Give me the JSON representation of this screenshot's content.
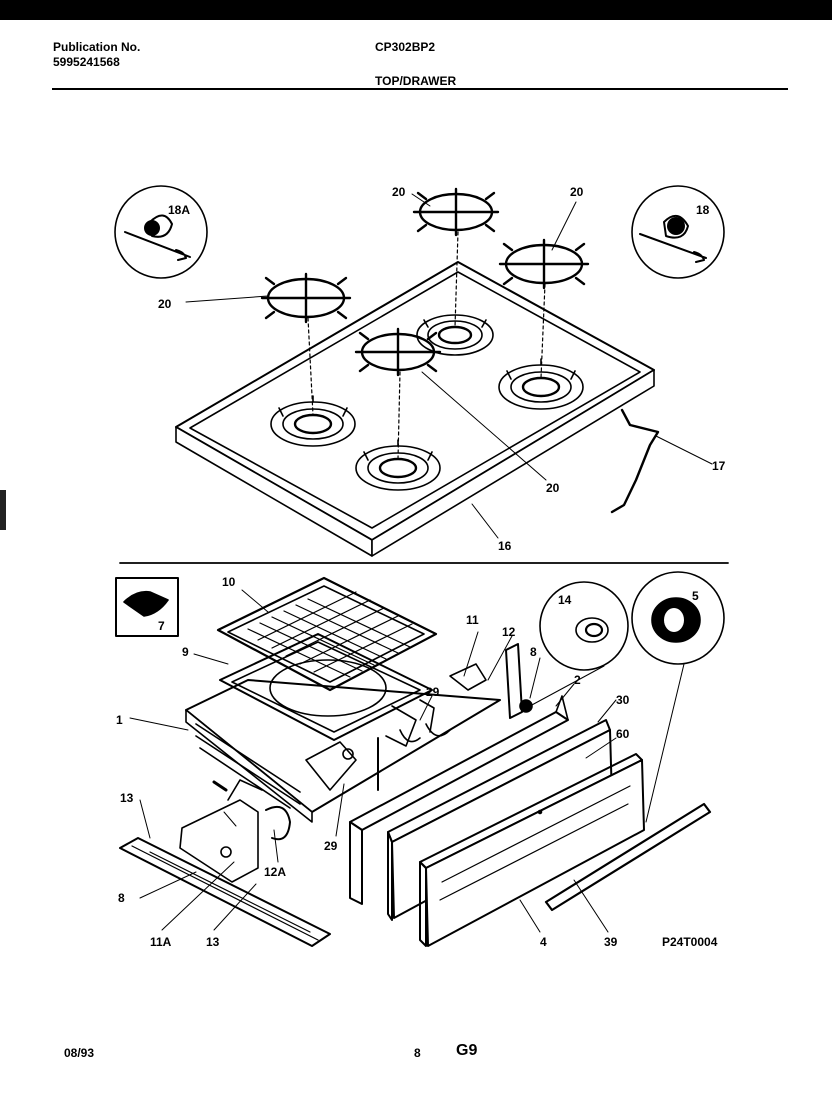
{
  "header": {
    "publication_label": "Publication No.",
    "publication_number": "5995241568",
    "model": "CP302BP2",
    "section": "TOP/DRAWER"
  },
  "footer": {
    "date": "08/93",
    "page": "8",
    "page_code": "G9"
  },
  "diagram": {
    "figure_code": "P24T0004",
    "callouts": {
      "c1": "1",
      "c2": "2",
      "c4": "4",
      "c5": "5",
      "c7": "7",
      "c8a": "8",
      "c8b": "8",
      "c9": "9",
      "c10": "10",
      "c11": "11",
      "c11a": "11A",
      "c12": "12",
      "c12a": "12A",
      "c13a": "13",
      "c13b": "13",
      "c14": "14",
      "c16": "16",
      "c17": "17",
      "c18": "18",
      "c18a": "18A",
      "c20a": "20",
      "c20b": "20",
      "c20c": "20",
      "c20d": "20",
      "c29a": "29",
      "c29b": "29",
      "c30": "30",
      "c39": "39",
      "c60": "60"
    }
  }
}
